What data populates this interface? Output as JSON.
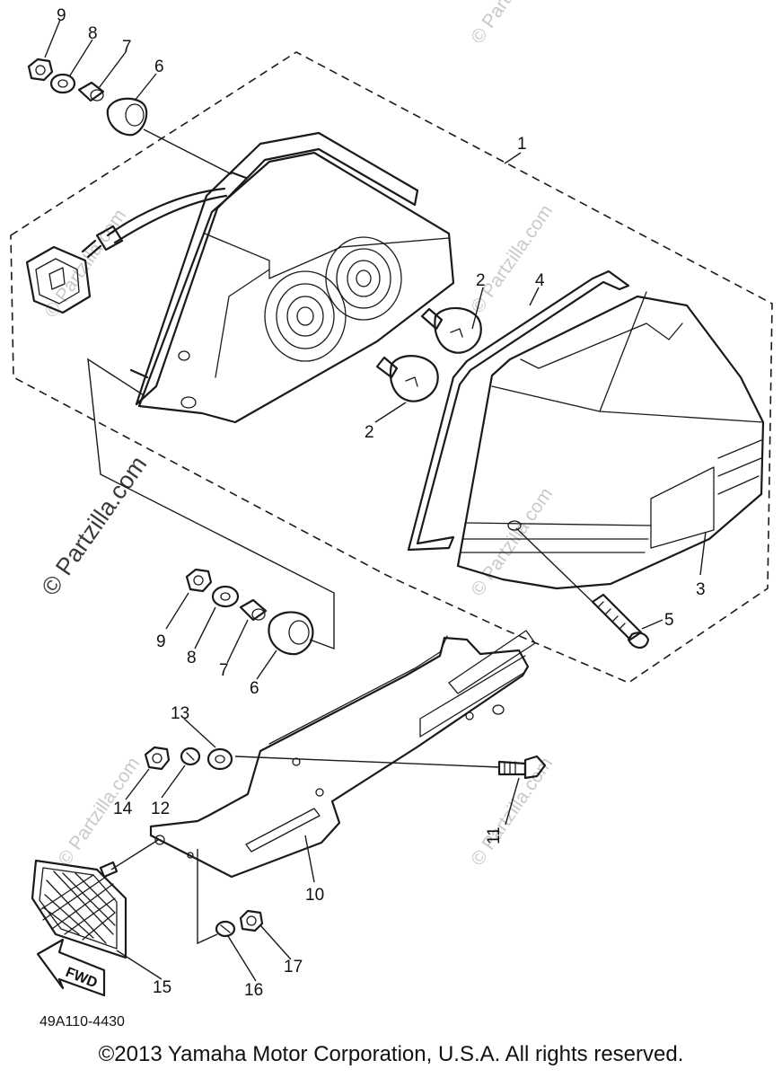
{
  "diagram": {
    "part_code": "49A110-4430",
    "fwd_label": "FWD",
    "watermark": "© Partzilla.com",
    "callouts": {
      "c1": "1",
      "c2a": "2",
      "c2b": "2",
      "c3": "3",
      "c4": "4",
      "c5": "5",
      "c6a": "6",
      "c6b": "6",
      "c7a": "7",
      "c7b": "7",
      "c8a": "8",
      "c8b": "8",
      "c9a": "9",
      "c9b": "9",
      "c10": "10",
      "c11": "11",
      "c12": "12",
      "c13": "13",
      "c14": "14",
      "c15": "15",
      "c16": "16",
      "c17": "17"
    }
  },
  "footer": {
    "copyright": "©2013 Yamaha Motor Corporation, U.S.A. All rights reserved."
  }
}
